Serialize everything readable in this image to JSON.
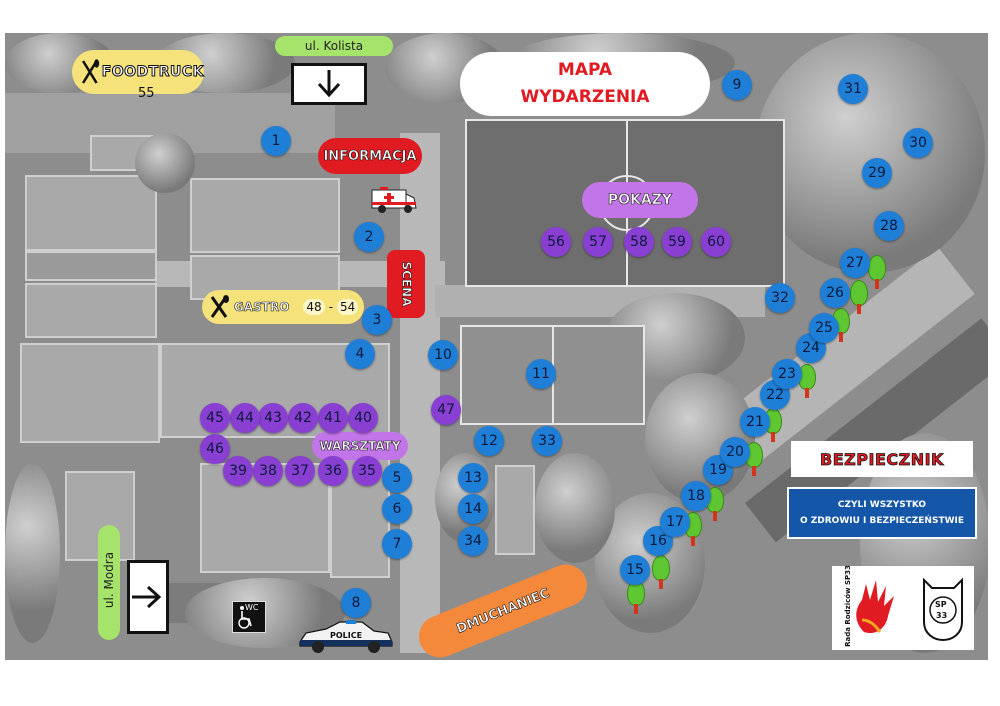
{
  "title": {
    "line1": "MAPA",
    "line2": "WYDARZENIA"
  },
  "streets": {
    "kolista": "ul. Kolista",
    "modra": "ul. Modra"
  },
  "labels": {
    "foodtruck": "FOODTRUCK",
    "foodtruck_num": "55",
    "informacja": "INFORMACJA",
    "scena": "SCENA",
    "gastro": "GASTRO",
    "gastro_from": "48",
    "gastro_dash": "-",
    "gastro_to": "54",
    "pokazy": "POKAZY",
    "warsztaty": "WARSZTATY",
    "dmuchaniec": "DMUCHANIEC",
    "wc": "WC",
    "police": "POLICE"
  },
  "bezpiecznik": {
    "title": "BEZPIECZNIK",
    "line1": "CZYLI WSZYSTKO",
    "line2": "O ZDROWIU I BEZPIECZEŃSTWIE"
  },
  "logos": {
    "rada": "Rada Rodziców SP33",
    "sp": "SP",
    "sp_num": "33"
  },
  "colors": {
    "blue_pin": "#1f7fd6",
    "purple_pin": "#8a3fd3",
    "yellow": "#f6e27a",
    "red": "#e11b22",
    "purple_pill": "#c275e8",
    "orange": "#f5893b",
    "green": "#a6e36b",
    "bezpiecznik_blue": "#1456a8"
  },
  "pins": {
    "p1": "1",
    "p2": "2",
    "p3": "3",
    "p4": "4",
    "p5": "5",
    "p6": "6",
    "p7": "7",
    "p8": "8",
    "p9": "9",
    "p10": "10",
    "p11": "11",
    "p12": "12",
    "p13": "13",
    "p14": "14",
    "p15": "15",
    "p16": "16",
    "p17": "17",
    "p18": "18",
    "p19": "19",
    "p20": "20",
    "p21": "21",
    "p22": "22",
    "p23": "23",
    "p24": "24",
    "p25": "25",
    "p26": "26",
    "p27": "27",
    "p28": "28",
    "p29": "29",
    "p30": "30",
    "p31": "31",
    "p32": "32",
    "p33": "33",
    "p34": "34",
    "p35": "35",
    "p36": "36",
    "p37": "37",
    "p38": "38",
    "p39": "39",
    "p40": "40",
    "p41": "41",
    "p42": "42",
    "p43": "43",
    "p44": "44",
    "p45": "45",
    "p46": "46",
    "p47": "47",
    "p56": "56",
    "p57": "57",
    "p58": "58",
    "p59": "59",
    "p60": "60"
  }
}
